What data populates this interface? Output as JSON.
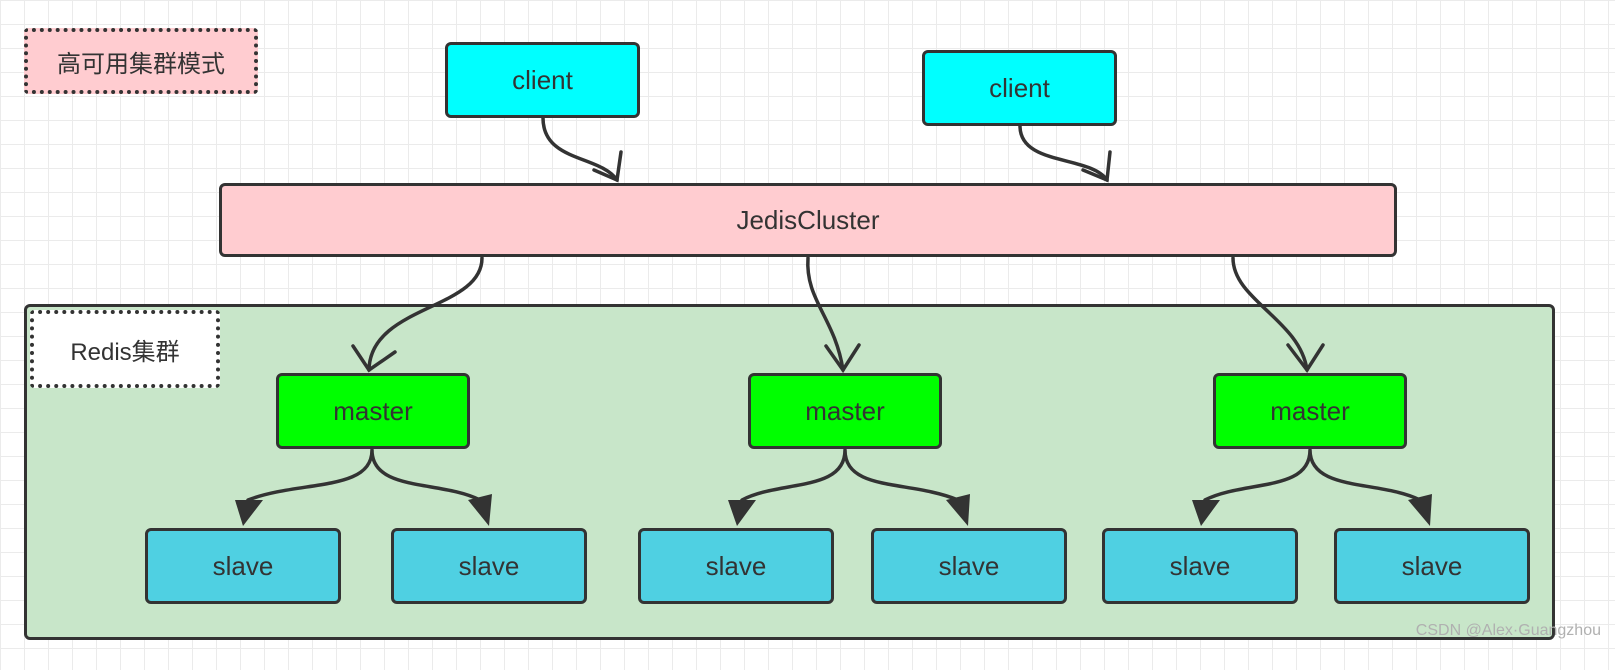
{
  "title_label": "高可用集群模式",
  "cluster_label": "Redis集群",
  "clients": [
    "client",
    "client"
  ],
  "jedis_label": "JedisCluster",
  "masters": [
    "master",
    "master",
    "master"
  ],
  "slaves": [
    "slave",
    "slave",
    "slave",
    "slave",
    "slave",
    "slave"
  ],
  "watermark": "CSDN @Alex·Guangzhou",
  "colors": {
    "client": "#00ffff",
    "jedis": "#ffccd0",
    "master": "#00ff00",
    "slave": "#4fd0e2",
    "cluster_bg": "#c8e6c9",
    "stroke": "#333333"
  }
}
